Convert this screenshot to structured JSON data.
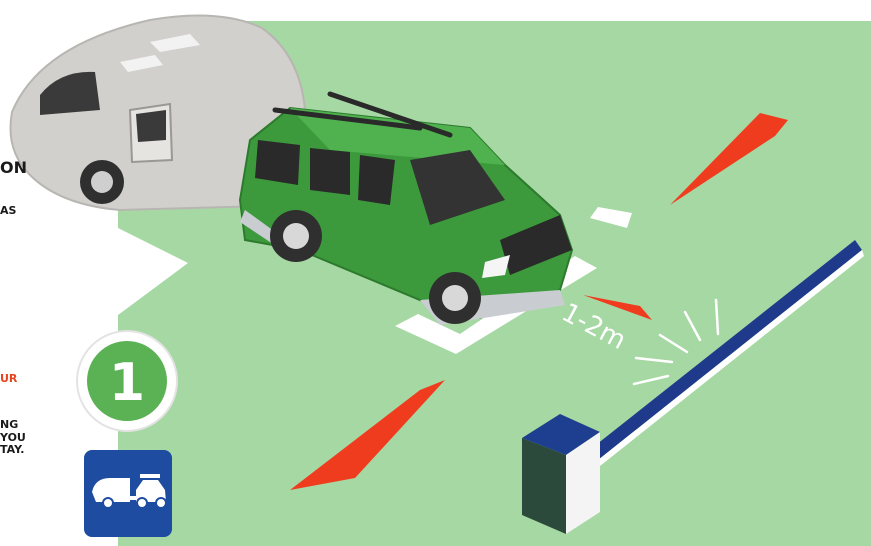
{
  "sidebar_text": {
    "heading_fragment": "ON",
    "line_fragment": "AS",
    "accent_fragment": "UR",
    "body_fragment": "NG\nYOU\nTAY."
  },
  "step": {
    "number": "1"
  },
  "distance_label": "1-2m",
  "icons": {
    "step_badge": "circle-number-badge",
    "vehicle_sign": "car-with-caravan-icon"
  },
  "colors": {
    "ground": "#a6d8a3",
    "badge_green": "#5bb254",
    "sign_blue": "#1e4ca0",
    "barrier_blue": "#1f3a8a",
    "accent_red": "#f03c1e",
    "car_green": "#3c9a3c"
  }
}
